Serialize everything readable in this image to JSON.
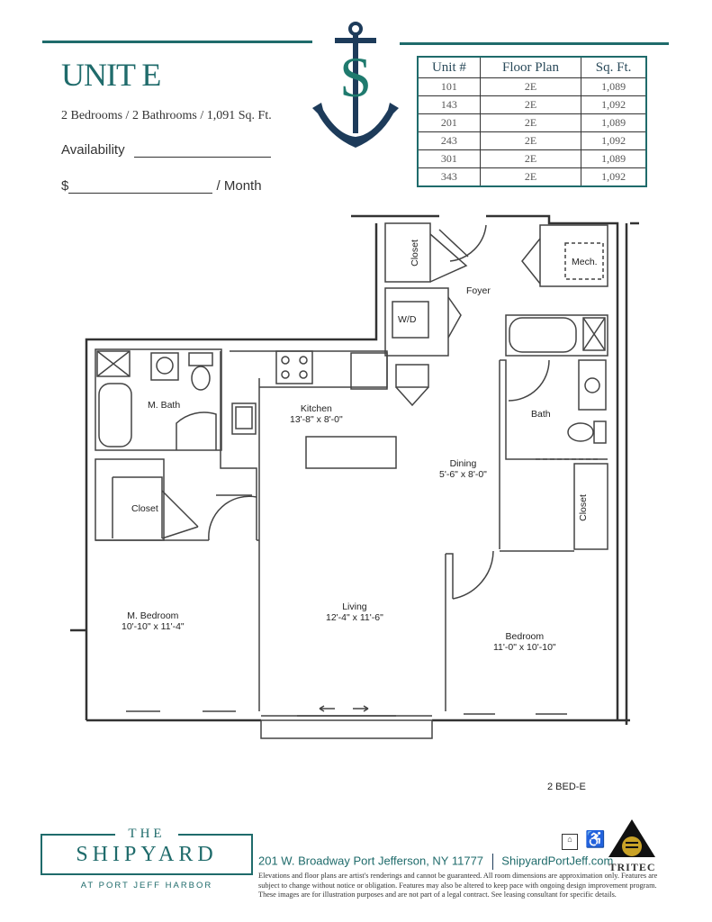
{
  "header": {
    "unit_title": "UNIT E",
    "subtitle": "2 Bedrooms / 2 Bathrooms / 1,091 Sq. Ft.",
    "availability_label": "Availability",
    "price_prefix": "$",
    "price_suffix": "/ Month",
    "logo_letter": "S"
  },
  "unit_table": {
    "headers": [
      "Unit #",
      "Floor Plan",
      "Sq. Ft."
    ],
    "rows": [
      [
        "101",
        "2E",
        "1,089"
      ],
      [
        "143",
        "2E",
        "1,092"
      ],
      [
        "201",
        "2E",
        "1,089"
      ],
      [
        "243",
        "2E",
        "1,092"
      ],
      [
        "301",
        "2E",
        "1,089"
      ],
      [
        "343",
        "2E",
        "1,092"
      ]
    ]
  },
  "floor_plan": {
    "rooms": {
      "closet_foyer": "Closet",
      "mech": "Mech.",
      "foyer": "Foyer",
      "wd": "W/D",
      "m_bath": "M. Bath",
      "kitchen": "Kitchen",
      "kitchen_dim": "13'-8\" x 8'-0\"",
      "bath": "Bath",
      "dining": "Dining",
      "dining_dim": "5'-6\" x 8'-0\"",
      "closet_master": "Closet",
      "closet_bedroom": "Closet",
      "m_bedroom": "M. Bedroom",
      "m_bedroom_dim": "10'-10\" x 11'-4\"",
      "living": "Living",
      "living_dim": "12'-4\" x 11'-6\"",
      "bedroom": "Bedroom",
      "bedroom_dim": "11'-0\" x 10'-10\""
    },
    "plan_code": "2 BED-E"
  },
  "footer": {
    "brand_the": "THE",
    "brand_name": "SHIPYARD",
    "brand_tagline": "AT PORT JEFF HARBOR",
    "address": "201 W. Broadway Port Jefferson, NY 11777",
    "website": "ShipyardPortJeff.com",
    "developer": "TRITEC",
    "disclaimer": "Elevations and floor plans are artist's renderings and cannot be guaranteed. All room dimensions are approximation only. Features are subject to change without notice or obligation. Features may also be altered to keep pace with ongoing design improvement program. These images are for illustration purposes and are not part of a legal contract. See leasing consultant for specific details."
  },
  "colors": {
    "brand": "#1f6b6b",
    "navy": "#1d3b5a",
    "gold": "#c9a227"
  }
}
